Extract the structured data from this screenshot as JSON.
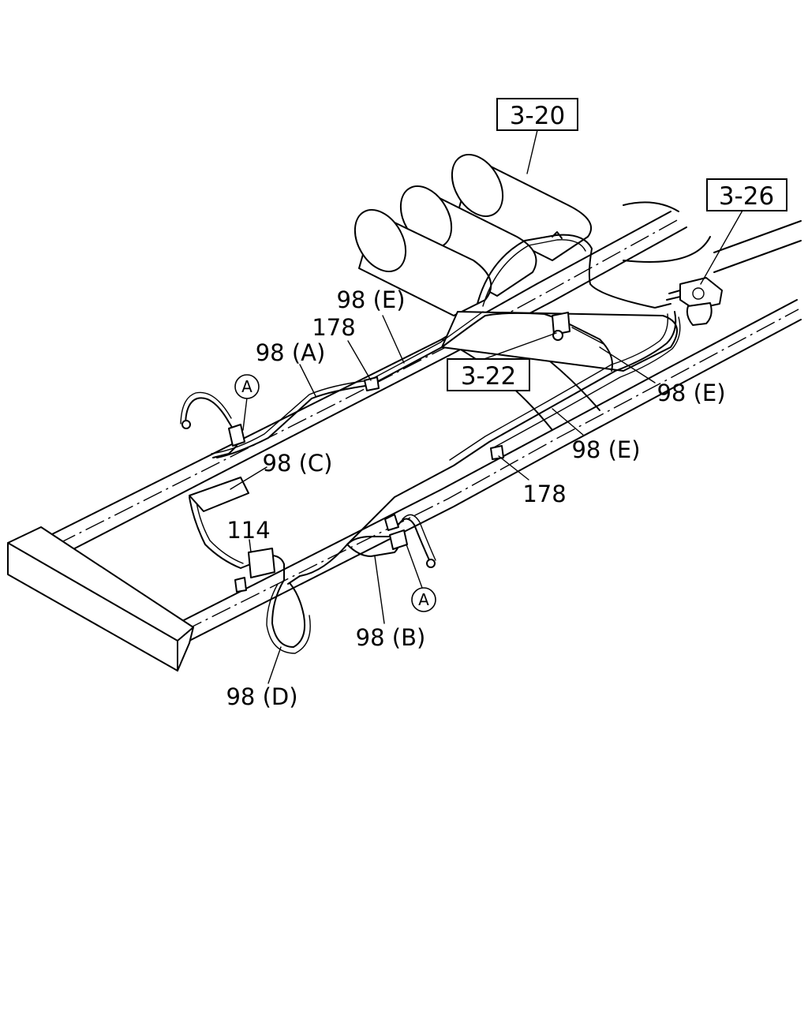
{
  "diagram": {
    "ref_boxes": [
      "3-20",
      "3-26",
      "3-22"
    ],
    "labels": {
      "pipe_98e_top": "98 (E)",
      "clip_178_top": "178",
      "pipe_98a": "98 (A)",
      "pipe_98e_right_upper": "98 (E)",
      "pipe_98e_right_lower": "98 (E)",
      "clip_178_right": "178",
      "pipe_98c": "98 (C)",
      "part_114": "114",
      "pipe_98b": "98 (B)",
      "pipe_98d": "98 (D)"
    },
    "view_markers": [
      "A",
      "A"
    ]
  }
}
